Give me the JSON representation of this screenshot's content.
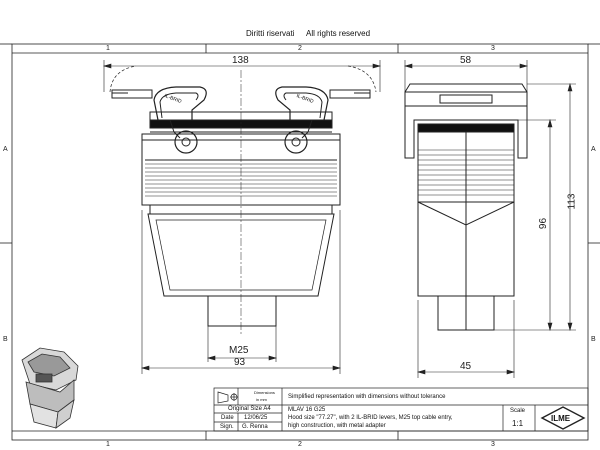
{
  "header": {
    "rights_it": "Diritti riservati",
    "rights_en": "All rights reserved"
  },
  "zones": {
    "columns": [
      "1",
      "2",
      "3"
    ],
    "rows": [
      "A",
      "B"
    ]
  },
  "dimensions": {
    "front_width_top": "138",
    "front_width_bottom": "93",
    "cable_entry": "M25",
    "side_width_top": "58",
    "side_width_bottom": "45",
    "height_total": "113",
    "height_body": "96"
  },
  "title_block": {
    "dim_symbol_label": "Dimensions",
    "dim_symbol_unit": "in mm",
    "tolerance_note": "Simplified representation with dimensions without tolerance",
    "original_size_label": "Original Size A4",
    "date_label": "Date",
    "date_value": "12/06/25",
    "sign_label": "Sign.",
    "sign_value": "G. Renna",
    "part_code": "MLAV 16 G25",
    "desc_line1": "Hood size \"77.27\", with 2 IL-BRID levers, M25 top cable entry,",
    "desc_line2": "high construction, with metal adapter",
    "scale_label": "Scale",
    "scale_value": "1:1",
    "logo_text": "ILME"
  },
  "lever_labels": {
    "left": "IL-BRID",
    "right": "IL-BRID"
  }
}
